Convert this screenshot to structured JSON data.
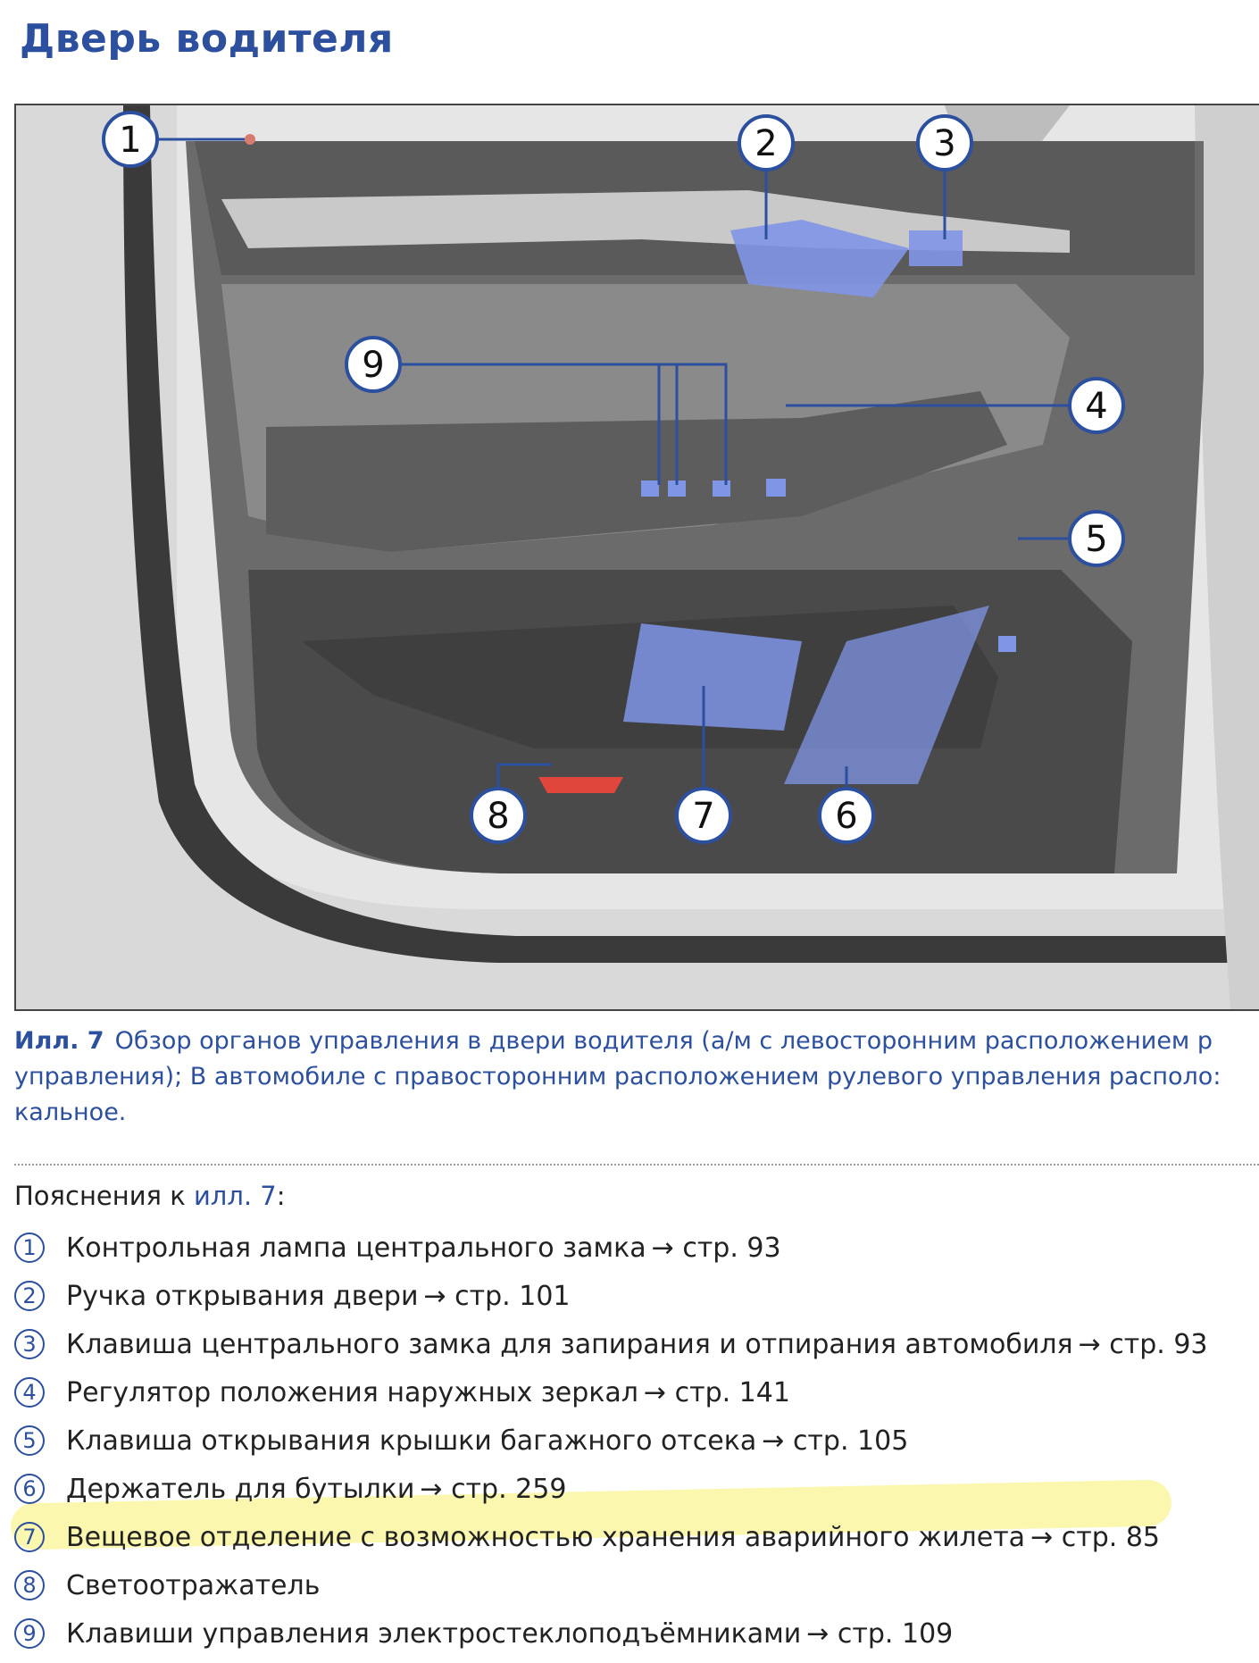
{
  "page": {
    "title": "Дверь водителя"
  },
  "figure": {
    "callouts": [
      "1",
      "2",
      "3",
      "4",
      "5",
      "6",
      "7",
      "8",
      "9"
    ],
    "colors": {
      "accent": "#2c4f9e",
      "highlight_blue": "#7f95e6",
      "reflector": "#e0463c",
      "marker": "#f6ee6a"
    }
  },
  "caption": {
    "label": "Илл. 7",
    "line1": "Обзор органов управления в двери водителя (а/м с левосторонним расположением р",
    "line2": "управления); В автомобиле с правосторонним расположением рулевого управления располо:",
    "line3": "кальное."
  },
  "legend": {
    "heading_prefix": "Пояснения к ",
    "heading_link": "илл. 7",
    "heading_suffix": ":",
    "items": [
      {
        "num": "1",
        "text": "Контрольная лампа центрального замка",
        "ref": "→ стр. 93"
      },
      {
        "num": "2",
        "text": "Ручка открывания двери",
        "ref": "→ стр. 101"
      },
      {
        "num": "3",
        "text": "Клавиша центрального замка для запирания и отпирания автомобиля",
        "ref": "→ стр. 93"
      },
      {
        "num": "4",
        "text": "Регулятор положения наружных зеркал",
        "ref": "→ стр. 141"
      },
      {
        "num": "5",
        "text": "Клавиша открывания крышки багажного отсека",
        "ref": "→ стр. 105"
      },
      {
        "num": "6",
        "text": "Держатель для бутылки",
        "ref": "→ стр. 259"
      },
      {
        "num": "7",
        "text": "Вещевое отделение с возможностью хранения аварийного жилета",
        "ref": "→ стр. 85"
      },
      {
        "num": "8",
        "text": "Светоотражатель",
        "ref": ""
      },
      {
        "num": "9",
        "text": "Клавиши управления электростеклоподъёмниками",
        "ref": "→ стр. 109"
      }
    ]
  }
}
